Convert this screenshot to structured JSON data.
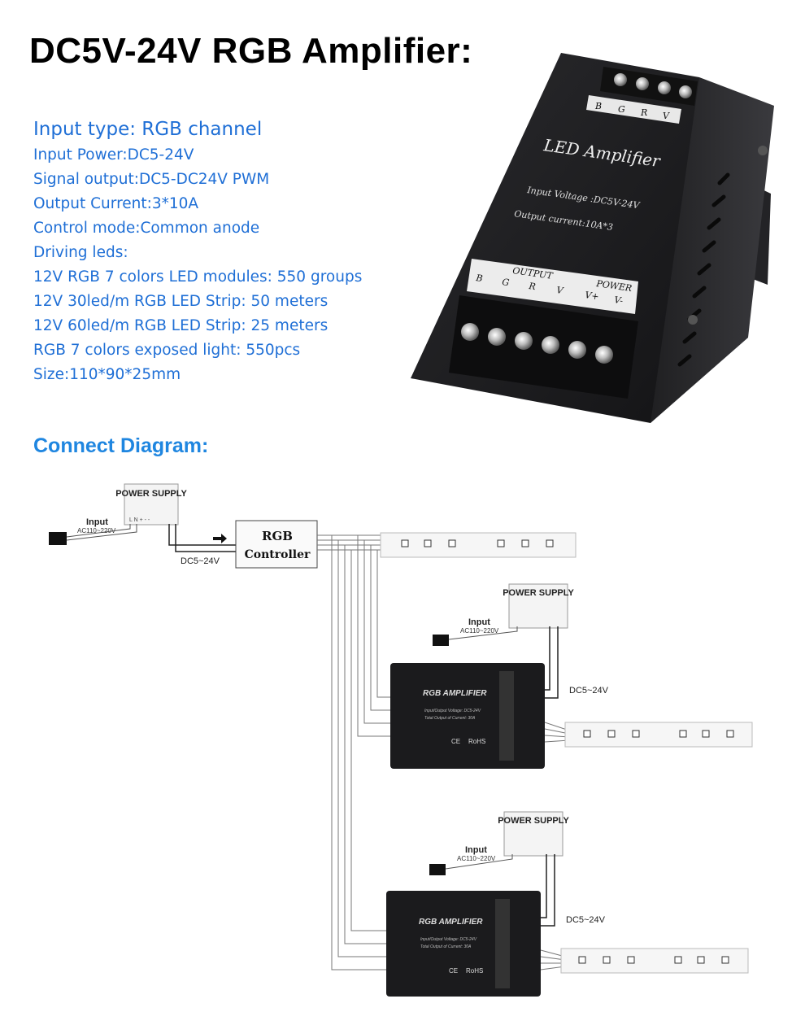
{
  "title": "DC5V-24V RGB Amplifier:",
  "specs": [
    "Input type: RGB channel",
    "Input Power:DC5-24V",
    "Signal output:DC5-DC24V PWM",
    "Output Current:3*10A",
    "Control mode:Common anode",
    "Driving leds:",
    "12V RGB 7 colors LED modules: 550 groups",
    "12V 30led/m RGB LED Strip: 50 meters",
    "12V 60led/m RGB LED Strip: 25 meters",
    "RGB 7 colors exposed light: 550pcs",
    "Size:110*90*25mm"
  ],
  "product": {
    "label": "LED Amplifier",
    "input_voltage": "Input Voltage :DC5V-24V",
    "output_current": "Output current:10A*3",
    "top_terminals": [
      "B",
      "G",
      "R",
      "V"
    ],
    "output_header": "OUTPUT",
    "power_header": "POWER",
    "bottom_terminals": [
      "B",
      "G",
      "R",
      "V",
      "V+",
      "V-"
    ]
  },
  "connect_title": "Connect Diagram:",
  "diagram": {
    "power_supply": "POWER SUPPLY",
    "input": "Input",
    "ac": "AC110~220V",
    "dc": "DC5~24V",
    "controller_line1": "RGB",
    "controller_line2": "Controller",
    "amp_title": "RGB AMPLIFIER",
    "amp_sub1": "Input/Output Voltage: DC5-24V",
    "amp_sub2": "Total Output of Current: 30A",
    "ce": "CE",
    "rohs": "RoHS",
    "ps_pins": "L N +  -  -"
  },
  "colors": {
    "spec_blue": "#1f6fd6",
    "connect_blue": "#1f86e0",
    "device_black": "#1b1b1d"
  }
}
